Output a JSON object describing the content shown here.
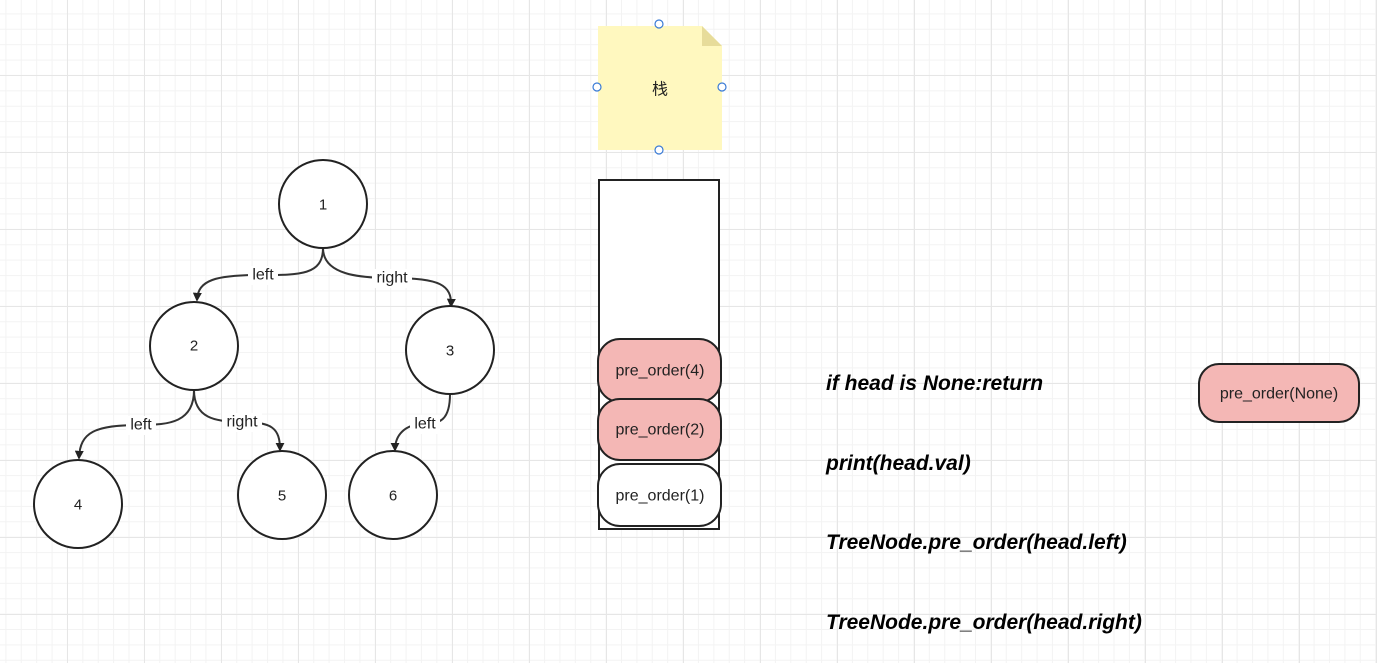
{
  "tree": {
    "nodes": [
      {
        "id": "1",
        "label": "1"
      },
      {
        "id": "2",
        "label": "2"
      },
      {
        "id": "3",
        "label": "3"
      },
      {
        "id": "4",
        "label": "4"
      },
      {
        "id": "5",
        "label": "5"
      },
      {
        "id": "6",
        "label": "6"
      }
    ],
    "edges": [
      {
        "from": "1",
        "to": "2",
        "label": "left"
      },
      {
        "from": "1",
        "to": "3",
        "label": "right"
      },
      {
        "from": "2",
        "to": "4",
        "label": "left"
      },
      {
        "from": "2",
        "to": "5",
        "label": "right"
      },
      {
        "from": "3",
        "to": "6",
        "label": "left"
      }
    ]
  },
  "note": {
    "text": "栈",
    "color": "#fff8bf"
  },
  "stack": {
    "frames": [
      {
        "label": "pre_order(4)",
        "highlighted": true
      },
      {
        "label": "pre_order(2)",
        "highlighted": true
      },
      {
        "label": "pre_order(1)",
        "highlighted": false
      }
    ]
  },
  "code": {
    "lines": [
      "if head is None:return",
      "print(head.val)",
      "TreeNode.pre_order(head.left)",
      "TreeNode.pre_order(head.right)"
    ]
  },
  "side_frame": {
    "label": "pre_order(None)",
    "highlighted": true
  },
  "colors": {
    "highlight_fill": "#f4b7b5",
    "stroke": "#222222",
    "note_fold": "#e7dc9a",
    "handle": "#3a7bd5"
  }
}
